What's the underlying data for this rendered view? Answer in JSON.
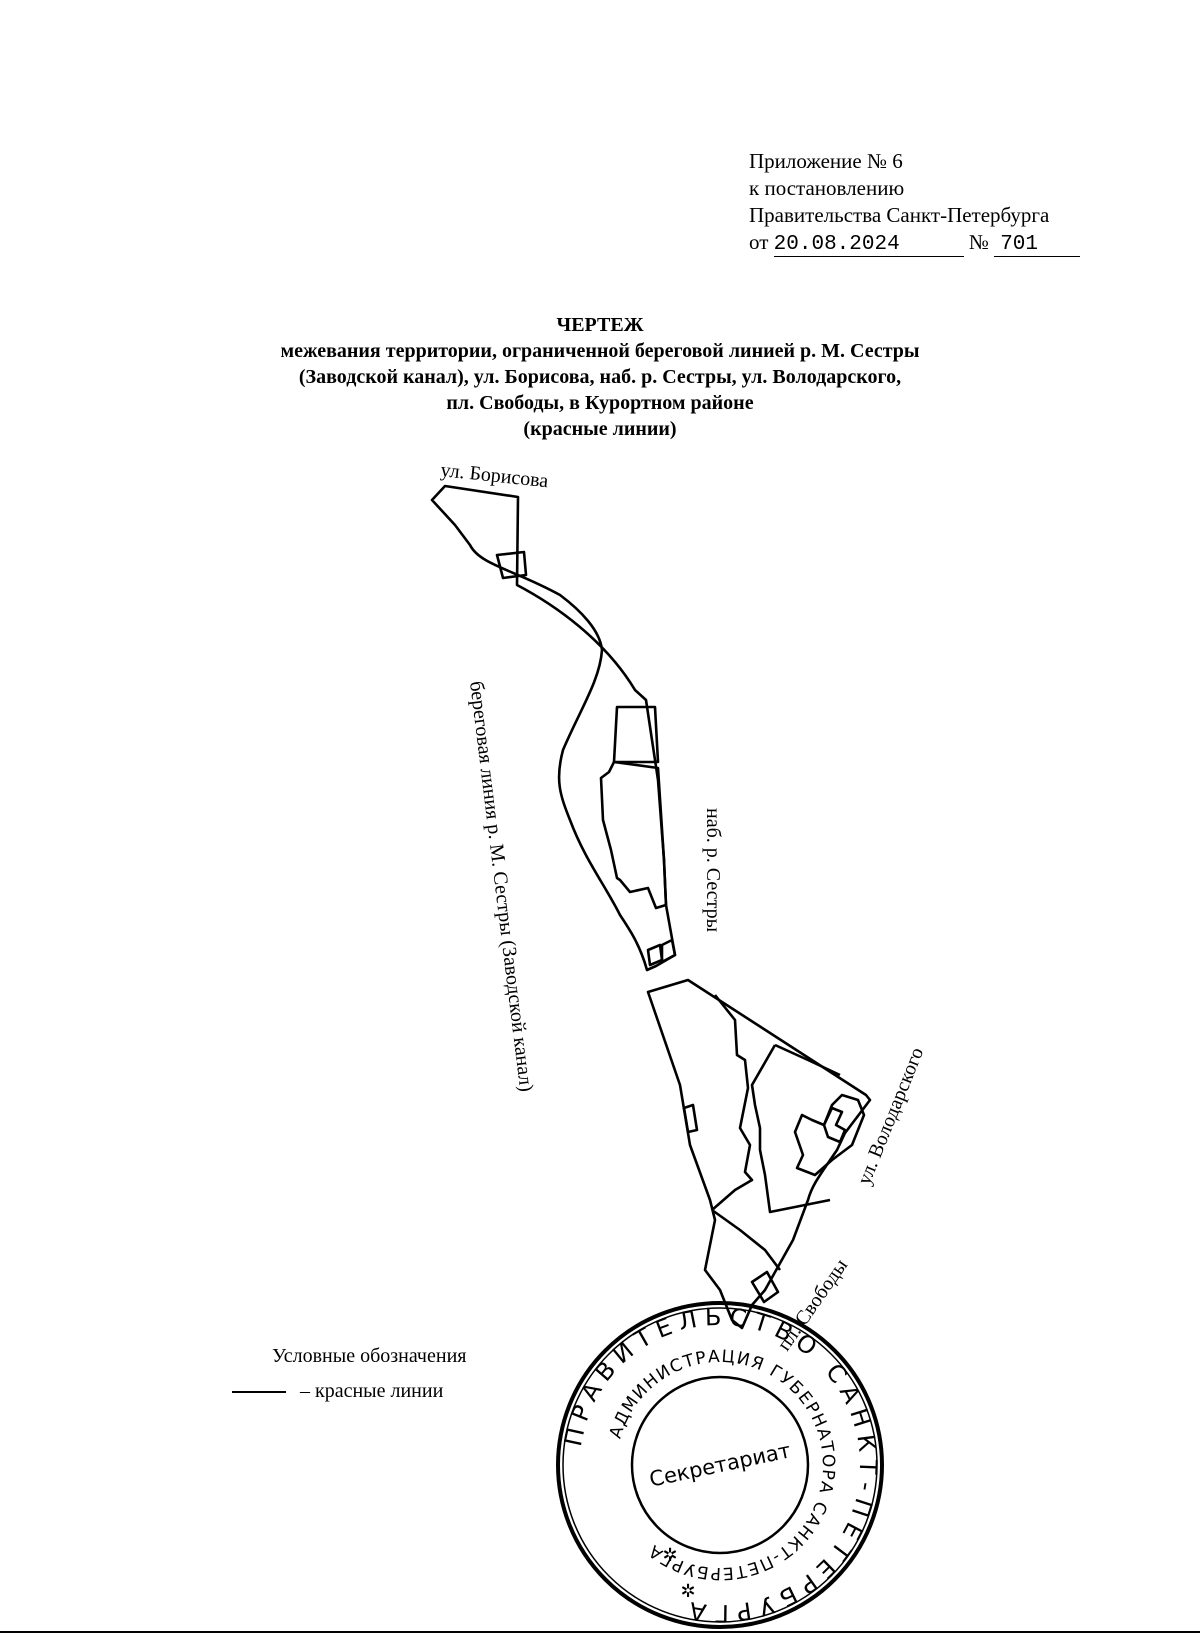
{
  "appendix": {
    "line1": "Приложение № 6",
    "line2": "к постановлению",
    "line3": "Правительства Санкт-Петербурга",
    "date_prefix": "от",
    "date": "20.08.2024",
    "number_prefix": "№",
    "number": "701"
  },
  "title": {
    "line1": "ЧЕРТЕЖ",
    "line2": "межевания территории, ограниченной береговой линией р. М. Сестры",
    "line3": "(Заводской канал), ул. Борисова, наб. р. Сестры, ул. Володарского,",
    "line4": "пл. Свободы, в Курортном районе",
    "line5": "(красные линии)"
  },
  "map": {
    "label_borisova": "ул. Борисова",
    "label_shore": "береговая линия р. М. Сестры (Заводской канал)",
    "label_naberezhnaya": "наб. р. Сестры",
    "label_volodarskogo": "ул. Володарского",
    "label_svobody": "пл. Свободы",
    "line_color": "#000000"
  },
  "legend": {
    "title": "Условные обозначения",
    "item_label": "– красные линии"
  },
  "stamp": {
    "outer_ring": "ПРАВИТЕЛЬСТВО САНКТ-ПЕТЕРБУРГА",
    "inner_ring": "АДМИНИСТРАЦИЯ ГУБЕРНАТОРА САНКТ-ПЕТЕРБУРГА",
    "center": "Секретариат",
    "icon": "star-icon"
  }
}
